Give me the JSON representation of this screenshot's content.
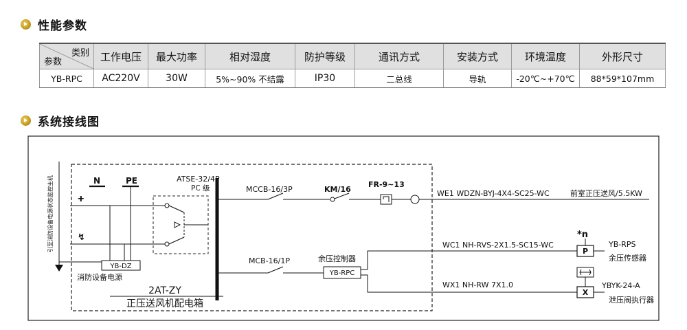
{
  "sections": {
    "params_title": "性能参数",
    "wiring_title": "系统接线图"
  },
  "table": {
    "corner_top": "类别",
    "corner_bottom": "参数",
    "headers": [
      "工作电压",
      "最大功率",
      "相对湿度",
      "防护等级",
      "通讯方式",
      "安装方式",
      "环境温度",
      "外形尺寸"
    ],
    "row": [
      "YB-RPC",
      "AC220V",
      "30W",
      "5%~90% 不结露",
      "IP30",
      "二总线",
      "导轨",
      "-20℃~+70℃",
      "88*59*107mm"
    ]
  },
  "diagram": {
    "vertical_label": "引至消防设备电源状态监控主机",
    "N": "N",
    "PE": "PE",
    "atse": "ATSE-32/4P",
    "pc_grade": "PC 级",
    "mccb": "MCCB-16/3P",
    "km": "KM/16",
    "fr": "FR-9~13",
    "mcb": "MCB-16/1P",
    "yb_dz": "YB-DZ",
    "power_label": "消防设备电源",
    "box_name": "2AT-ZY",
    "box_desc": "正压送风机配电箱",
    "controller_label": "余压控制器",
    "yb_rpc": "YB-RPC",
    "we1": "WE1 WDZN-BYJ-4X4-SC25-WC",
    "fan": "前室正压送风/5.5KW",
    "wc1": "WC1 NH-RVS-2X1.5-SC15-WC",
    "wx1": "WX1 NH-RW 7X1.0",
    "n_mark": "*n",
    "p": "P",
    "x": "X",
    "yb_rps": "YB-RPS",
    "sensor": "余压传感器",
    "ybyk": "YBYK-24-A",
    "actuator": "泄压阀执行器"
  }
}
